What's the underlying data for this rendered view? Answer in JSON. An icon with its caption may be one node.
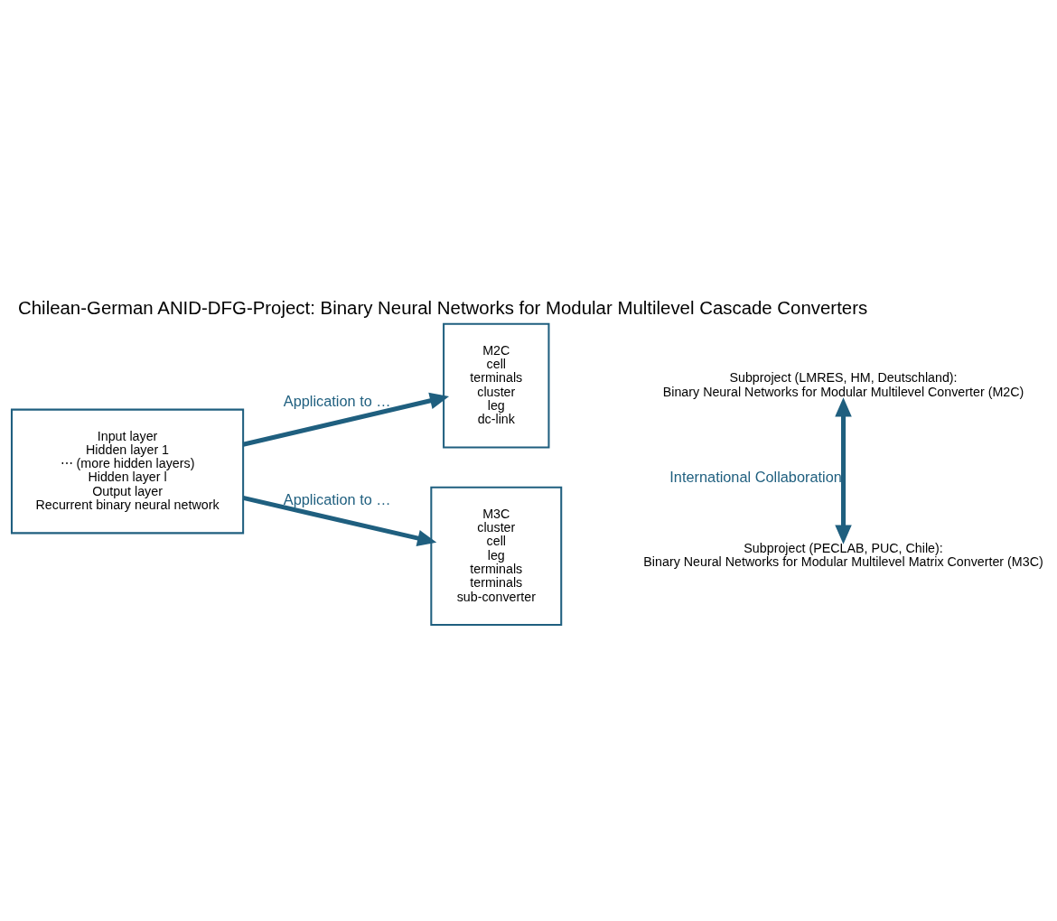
{
  "diagram": {
    "title": "Chilean-German ANID-DFG-Project: Binary Neural Networks for Modular Multilevel Cascade Converters",
    "nodes": [
      {
        "text": [
          "Input layer",
          "Hidden layer 1",
          "⋯ (more hidden layers)",
          "Hidden layer l",
          "Output layer",
          "Recurrent binary neural network"
        ]
      },
      {
        "text": [
          "M2C",
          "cell",
          "terminals",
          "cluster",
          "leg",
          "dc-link"
        ]
      },
      {
        "text": [
          "M3C",
          "cluster",
          "cell",
          "leg",
          "terminals",
          "terminals",
          "sub-converter"
        ]
      },
      {
        "text": [
          "Subproject (LMRES, HM, Deutschland):",
          "Binary Neural Networks for Modular Multilevel Converter (M2C)"
        ]
      },
      {
        "text": [
          "Subproject (PECLAB, PUC, Chile):",
          "Binary Neural Networks for Modular Multilevel Matrix Converter (M3C)"
        ]
      }
    ],
    "edges": [
      {
        "from": 0,
        "to": 1,
        "arrow": "to",
        "label": "Application to …"
      },
      {
        "from": 0,
        "to": 2,
        "arrow": "to",
        "label": "Application to …"
      },
      {
        "from": 3,
        "to": 4,
        "arrow": "both",
        "label": "International Collaboration"
      }
    ]
  }
}
